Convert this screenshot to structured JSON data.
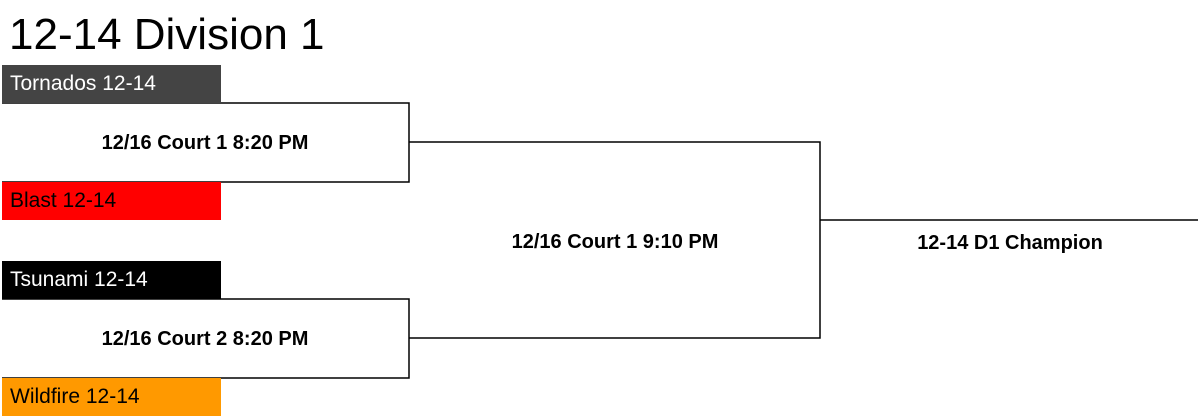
{
  "title": "12-14 Division 1",
  "teams": [
    {
      "name": "Tornados 12-14",
      "color": "#444444"
    },
    {
      "name": "Blast 12-14",
      "color": "#ff0000"
    },
    {
      "name": "Tsunami 12-14",
      "color": "#000000"
    },
    {
      "name": "Wildfire 12-14",
      "color": "#ff9900"
    }
  ],
  "games": {
    "semi1": "12/16 Court 1 8:20 PM",
    "semi2": "12/16 Court 2 8:20 PM",
    "final": "12/16 Court 1 9:10 PM",
    "champion": "12-14 D1 Champion"
  }
}
